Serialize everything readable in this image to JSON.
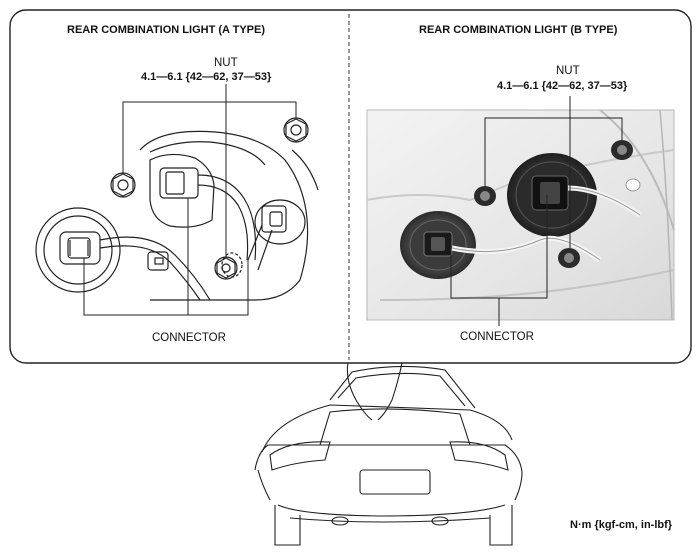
{
  "panel_a": {
    "title": "REAR COMBINATION LIGHT (A TYPE)",
    "nut_label": "NUT",
    "torque": "4.1—6.1 {42—62, 37—53}",
    "connector_label": "CONNECTOR"
  },
  "panel_b": {
    "title": "REAR COMBINATION LIGHT (B TYPE)",
    "nut_label": "NUT",
    "torque": "4.1—6.1 {42—62, 37—53}",
    "connector_label": "CONNECTOR"
  },
  "units_note": "N·m {kgf-cm, in-lbf}"
}
